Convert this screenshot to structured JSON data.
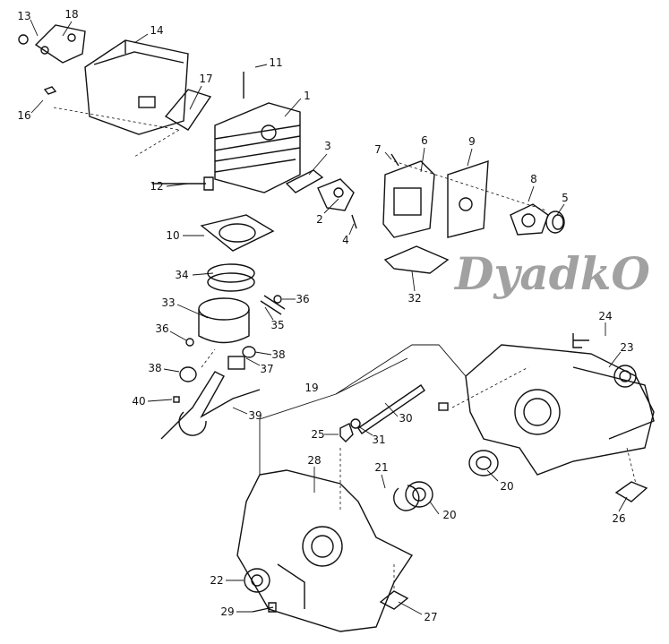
{
  "diagram_title": "",
  "watermark": "DyadkO",
  "part_numbers": {
    "p13": "13",
    "p18": "18",
    "p14": "14",
    "p11": "11",
    "p1": "1",
    "p17": "17",
    "p16": "16",
    "p12": "12",
    "p3": "3",
    "p7": "7",
    "p6": "6",
    "p9": "9",
    "p2": "2",
    "p4": "4",
    "p8": "8",
    "p5": "5",
    "p10": "10",
    "p32": "32",
    "p34": "34",
    "p36a": "36",
    "p33": "33",
    "p35": "35",
    "p36b": "36",
    "p38a": "38",
    "p37": "37",
    "p38b": "38",
    "p40": "40",
    "p39": "39",
    "p19": "19",
    "p24": "24",
    "p23": "23",
    "p30": "30",
    "p25": "25",
    "p31": "31",
    "p28": "28",
    "p21": "21",
    "p20a": "20",
    "p20b": "20",
    "p26": "26",
    "p22": "22",
    "p29": "29",
    "p27": "27"
  }
}
